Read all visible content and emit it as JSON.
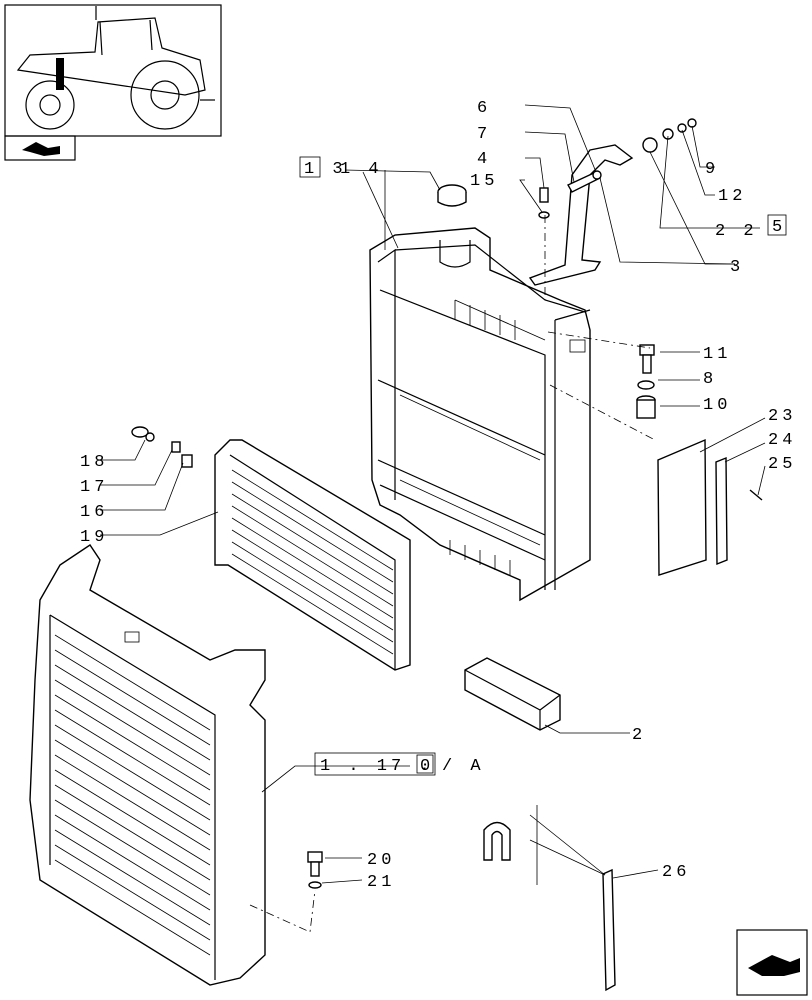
{
  "callouts": {
    "c1": "6",
    "c2": "7",
    "c3": "4",
    "c4": "15",
    "c5": "9",
    "c6": "12",
    "c7": "2 2",
    "c7box": "5",
    "c8": "3",
    "c9box": "1 3",
    "c9": "1 4",
    "c10": "11",
    "c11": "8",
    "c12": "10",
    "c13": "23",
    "c14": "24",
    "c15": "25",
    "c16": "18",
    "c17": "17",
    "c18": "16",
    "c19": "19",
    "c20": "2",
    "c21a": "1 . 17 .",
    "c21box": "0",
    "c21b": "/ A",
    "c22": "20",
    "c23": "21",
    "c24": "26"
  },
  "icons": [
    "tractor-thumbnail-icon",
    "section-arrow-icon",
    "next-page-arrow-icon"
  ]
}
